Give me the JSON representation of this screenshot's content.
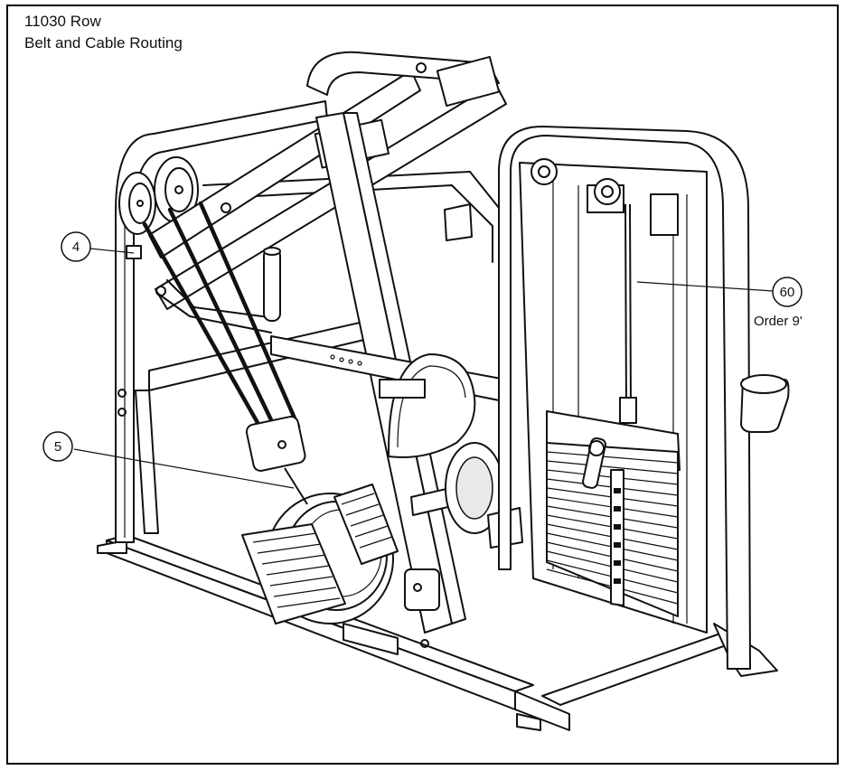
{
  "title": {
    "line1": "11030 Row",
    "line2": "Belt and Cable Routing"
  },
  "callouts": [
    {
      "label": "4"
    },
    {
      "label": "5"
    },
    {
      "label": "60",
      "note": "Order 9'"
    }
  ]
}
